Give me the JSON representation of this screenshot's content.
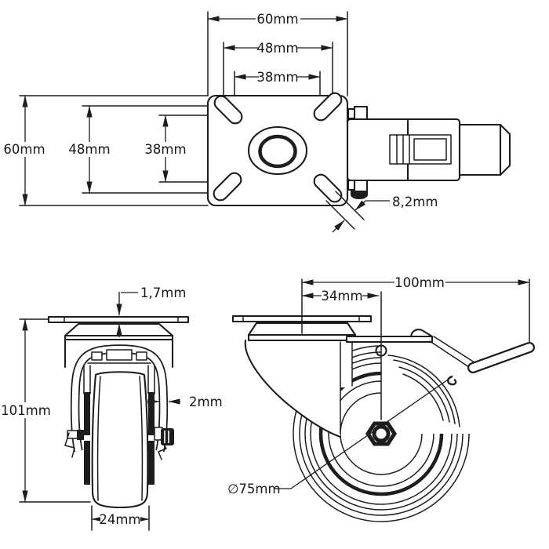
{
  "drawing": {
    "title": "Swivel caster with brake - dimensioned technical drawing",
    "colors": {
      "line": "#1d1d1f",
      "background": "#ffffff"
    },
    "dims": {
      "top_w60": "60mm",
      "top_w48": "48mm",
      "top_w38": "38mm",
      "top_h60": "60mm",
      "top_h48": "48mm",
      "top_h38": "38mm",
      "slot_width": "8,2mm",
      "plate_thickness": "1,7mm",
      "total_height": "101mm",
      "fork_thickness": "2mm",
      "wheel_width": "24mm",
      "total_length": "100mm",
      "plate_offset": "34mm",
      "wheel_diameter": "∅75mm"
    }
  }
}
